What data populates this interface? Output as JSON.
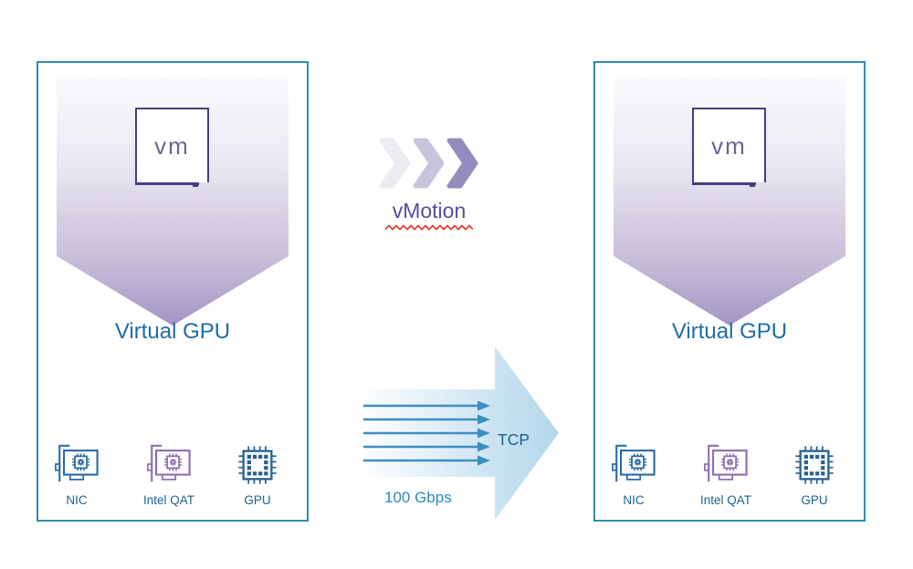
{
  "hosts": [
    {
      "vm_label": "vm",
      "title": "Virtual GPU",
      "devices": [
        {
          "label": "NIC",
          "icon": "pcie-card-icon"
        },
        {
          "label": "Intel QAT",
          "icon": "pcie-card-icon"
        },
        {
          "label": "GPU",
          "icon": "chip-icon"
        }
      ]
    },
    {
      "vm_label": "vm",
      "title": "Virtual GPU",
      "devices": [
        {
          "label": "NIC",
          "icon": "pcie-card-icon"
        },
        {
          "label": "Intel QAT",
          "icon": "pcie-card-icon"
        },
        {
          "label": "GPU",
          "icon": "chip-icon"
        }
      ]
    }
  ],
  "migration": {
    "label": "vMotion",
    "icon": "triple-chevron-right-icon"
  },
  "network": {
    "protocol": "TCP",
    "bandwidth": "100 Gbps",
    "flow_arrow_count": 5
  },
  "colors": {
    "host_border": "#2f8dab",
    "host_title_text": "#1e6da5",
    "device_label_text": "#1d6092",
    "vm_border": "#4a3c80",
    "vm_text": "#6b6392",
    "banner_gradient_top": "#fbfafd",
    "banner_gradient_bottom": "#a495c5",
    "vmotion_text": "#5a4a9c",
    "spellcheck_squiggle": "#e0402f",
    "chevrons": [
      "#edecf3",
      "#c9c4dc",
      "#948cbc"
    ],
    "tcp_arrow_fill_start": "#fefeff",
    "tcp_arrow_fill_end": "#b3d7eb",
    "tcp_flow_lines": "#3e8ec2",
    "tcp_text": "#1e5f91",
    "bandwidth_text": "#2d87bd",
    "nic_icon": "#2b6ba6",
    "qat_icon": "#8a6fb0",
    "gpu_icon": "#27618e"
  }
}
